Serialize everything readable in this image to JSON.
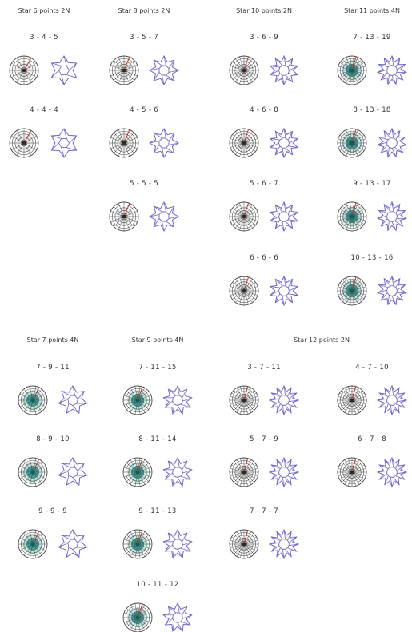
{
  "colors": {
    "grid_line": "#4a4a4a",
    "grid_fill_dark": "#2b2b2b",
    "grid_fill_teal": "#1a9a90",
    "red_marker": "#b83a30",
    "star_outline": "#6e68c8",
    "label_text": "#333333"
  },
  "groups": [
    {
      "id": "star6",
      "title": "Star 6 points 2N",
      "tiles": [
        {
          "label": "3 - 4 - 5",
          "points": 6,
          "variant": "dark"
        },
        {
          "label": "4 - 4 - 4",
          "points": 6,
          "variant": "dark"
        }
      ]
    },
    {
      "id": "star8",
      "title": "Star 8 points 2N",
      "tiles": [
        {
          "label": "3 - 5 - 7",
          "points": 8,
          "variant": "dark"
        },
        {
          "label": "4 - 5 - 6",
          "points": 8,
          "variant": "dark"
        },
        {
          "label": "5 - 5 - 5",
          "points": 8,
          "variant": "dark"
        }
      ]
    },
    {
      "id": "star10",
      "title": "Star 10 points 2N",
      "tiles": [
        {
          "label": "3 - 6 - 9",
          "points": 10,
          "variant": "dark"
        },
        {
          "label": "4 - 6 - 8",
          "points": 10,
          "variant": "dark"
        },
        {
          "label": "5 - 6 - 7",
          "points": 10,
          "variant": "dark"
        },
        {
          "label": "6 - 6 - 6",
          "points": 10,
          "variant": "dark"
        }
      ]
    },
    {
      "id": "star11",
      "title": "Star 11 points 4N",
      "tiles": [
        {
          "label": "7 - 13 - 19",
          "points": 11,
          "variant": "teal"
        },
        {
          "label": "8 - 13 - 18",
          "points": 11,
          "variant": "teal"
        },
        {
          "label": "9 - 13 - 17",
          "points": 11,
          "variant": "teal"
        },
        {
          "label": "10 - 13 - 16",
          "points": 11,
          "variant": "teal"
        }
      ]
    },
    {
      "id": "star7",
      "title": "Star 7 points 4N",
      "tiles": [
        {
          "label": "7 - 9 - 11",
          "points": 7,
          "variant": "teal"
        },
        {
          "label": "8 - 9 - 10",
          "points": 7,
          "variant": "teal"
        },
        {
          "label": "9 - 9 - 9",
          "points": 7,
          "variant": "teal"
        }
      ]
    },
    {
      "id": "star9",
      "title": "Star 9 points 4N",
      "tiles": [
        {
          "label": "7 - 11 - 15",
          "points": 9,
          "variant": "teal"
        },
        {
          "label": "8 - 11 - 14",
          "points": 9,
          "variant": "teal"
        },
        {
          "label": "9 - 11 - 13",
          "points": 9,
          "variant": "teal"
        },
        {
          "label": "10 - 11 - 12",
          "points": 9,
          "variant": "teal"
        }
      ]
    },
    {
      "id": "star12",
      "title": "Star 12 points 2N",
      "tiles": [
        {
          "label": "3 - 7 - 11",
          "points": 12,
          "variant": "dark"
        },
        {
          "label": "4 - 7 - 10",
          "points": 12,
          "variant": "dark"
        },
        {
          "label": "5 - 7 - 9",
          "points": 12,
          "variant": "dark"
        },
        {
          "label": "6 - 7 - 8",
          "points": 12,
          "variant": "dark"
        },
        {
          "label": "7 - 7 - 7",
          "points": 12,
          "variant": "dark"
        }
      ]
    }
  ]
}
